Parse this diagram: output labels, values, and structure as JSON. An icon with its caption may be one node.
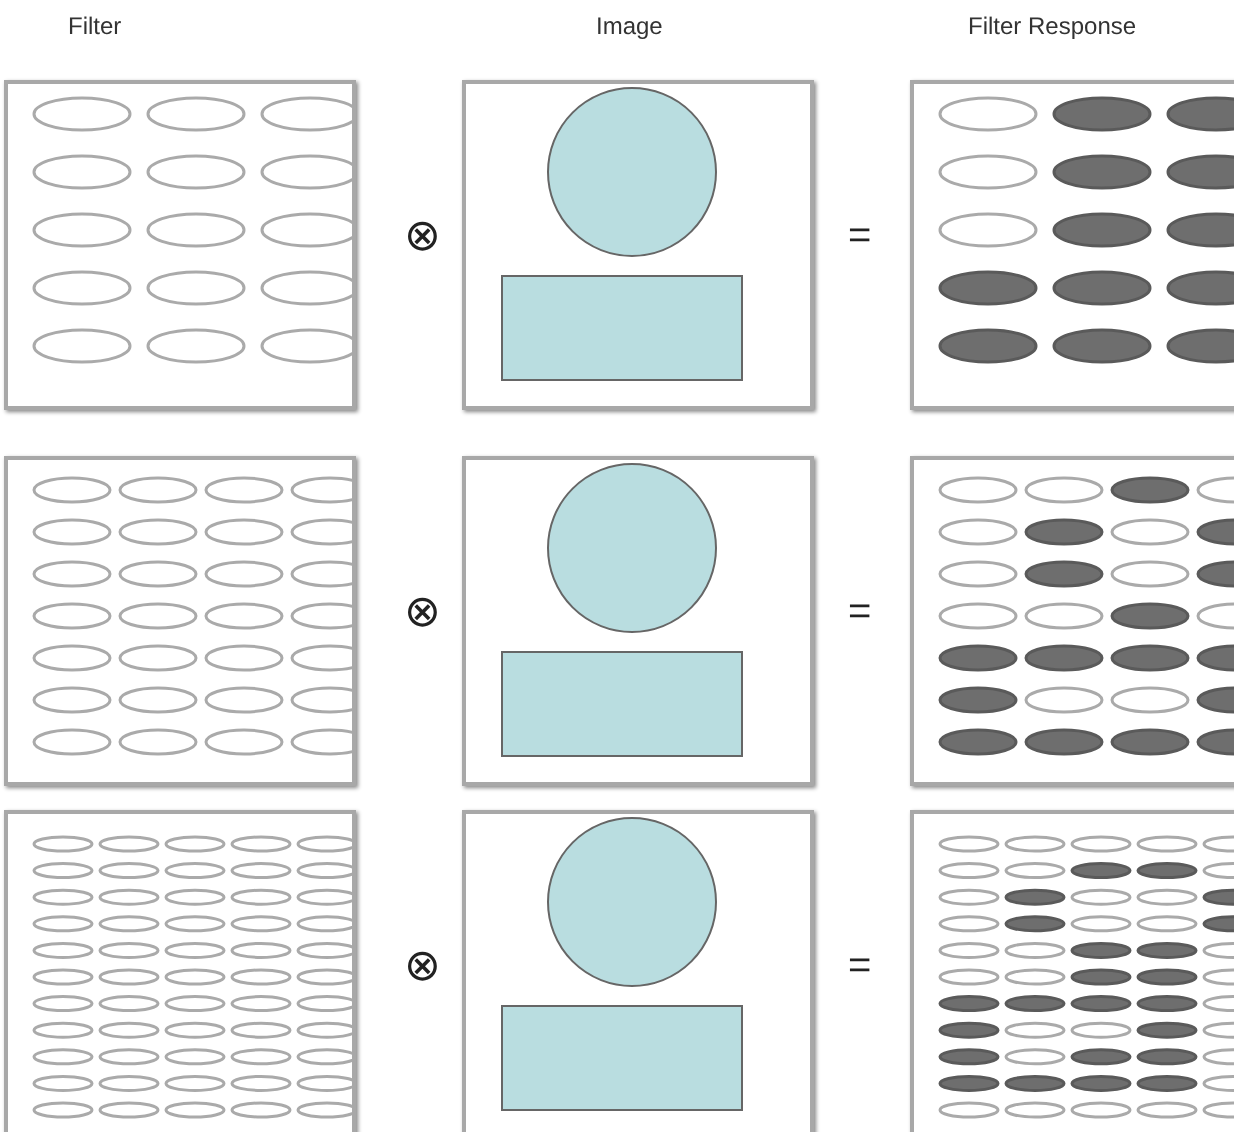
{
  "diagram": {
    "labels": [
      "Filter",
      "Image",
      "Filter Response",
      "⊗",
      "=",
      "⊗",
      "=",
      "⊗",
      "="
    ]
  }
}
